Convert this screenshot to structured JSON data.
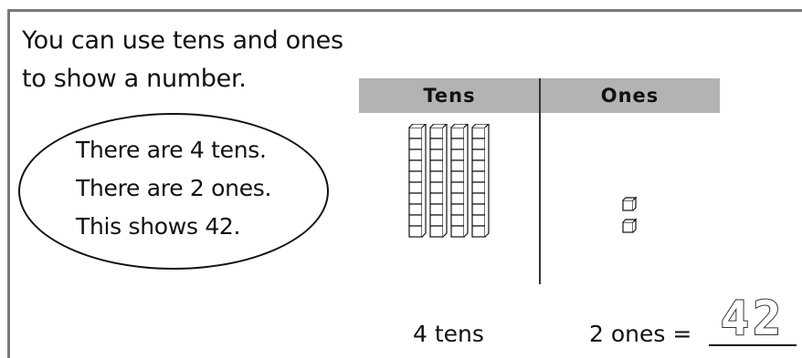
{
  "intro": {
    "line1": "You can use tens and ones",
    "line2": "to show a number."
  },
  "callout": {
    "line1": "There are 4 tens.",
    "line2": "There are 2 ones.",
    "line3": "This shows 42."
  },
  "place_value_table": {
    "headers": [
      "Tens",
      "Ones"
    ],
    "tens_rods": 4,
    "ones_cubes": 2
  },
  "equation": {
    "tens_text": "4 tens",
    "ones_text": "2 ones =",
    "answer": "42"
  }
}
